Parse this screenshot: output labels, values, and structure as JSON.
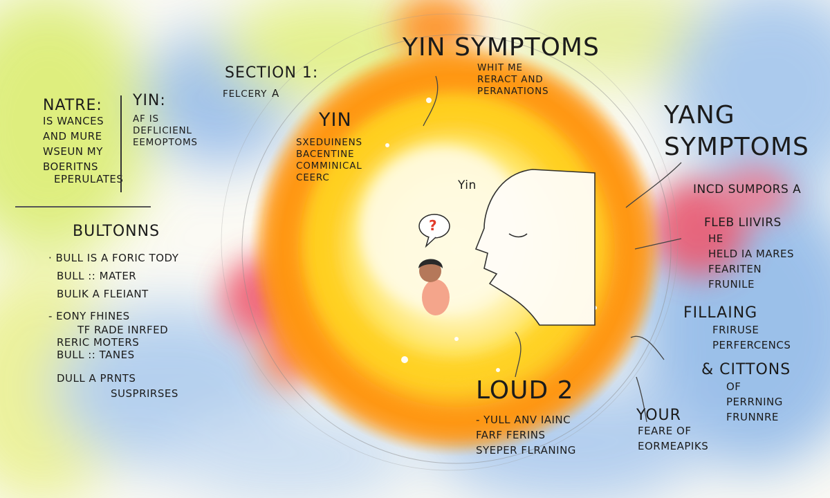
{
  "main_title": "YIN SYMPTOMS",
  "main_sub": "WHIT ME\nRERACT AND\nPERANATIONS",
  "section": {
    "title": "SECTION 1:",
    "sub": "FELCERY"
  },
  "nature": {
    "title": "NATRE:",
    "lines": "IS WANCES\nAND MURE\nWSEUN MY\nBOERITNS",
    "footer": "EPERULATES"
  },
  "yin_side": {
    "title": "YIN:",
    "lines": "AF IS\nDEFLICIENL\nEEMOPTOMS"
  },
  "yin_center": {
    "title": "YIN",
    "lines": "SXEDUINENS\nBACENTINE\nCOMMINICAL\nCEERC"
  },
  "yin_small": "Yin",
  "yang": {
    "title": "YANG\nSYMPTOMS",
    "sub": "INCD SUMPORS A"
  },
  "right_list": {
    "title": "FLEB LIIVIRS",
    "lines": "HE\nHELD IA MARES\nFEARITEN\nFRUNILE"
  },
  "filling": {
    "title": "FILLAING",
    "lines": "FRIRUSE\nPERFERCENCS"
  },
  "citions": {
    "title": "& CITTONS",
    "lines": "OF\nPERRNING\nFRUNNRE"
  },
  "your": {
    "title": "YOUR",
    "lines": "FEARE OF\nEORMEAPIKS"
  },
  "loud": {
    "title": "LOUD 2",
    "lines": "- YULL ANV IAINC\nFARF FERINS\nSYEPER FLRANING"
  },
  "bultonns": {
    "title": "BULTONNS",
    "items": [
      "· BULL IS A FORIC TODY",
      "BULL :: MATER",
      "BULIK A FLEIANT",
      "- EONY FHINES",
      "TF RADE INRFED",
      "RERIC MOTERS",
      "BULL :: TANES",
      "DULL A PRNTS",
      "SUSPRIRSES"
    ]
  },
  "question_mark": "?",
  "colors": {
    "sun_core": "#fff9d6",
    "sun_yellow": "#ffd21f",
    "sun_orange": "#ff9a1a",
    "deep_orange": "#ff6a10",
    "red_pink": "#f0556a",
    "sky_blue": "#8bb6e8",
    "lime": "#d9ec6a"
  },
  "icons": [
    "speech-bubble-icon",
    "child-figure-icon",
    "face-profile-icon",
    "sparkle-icon",
    "arrow-icon"
  ]
}
